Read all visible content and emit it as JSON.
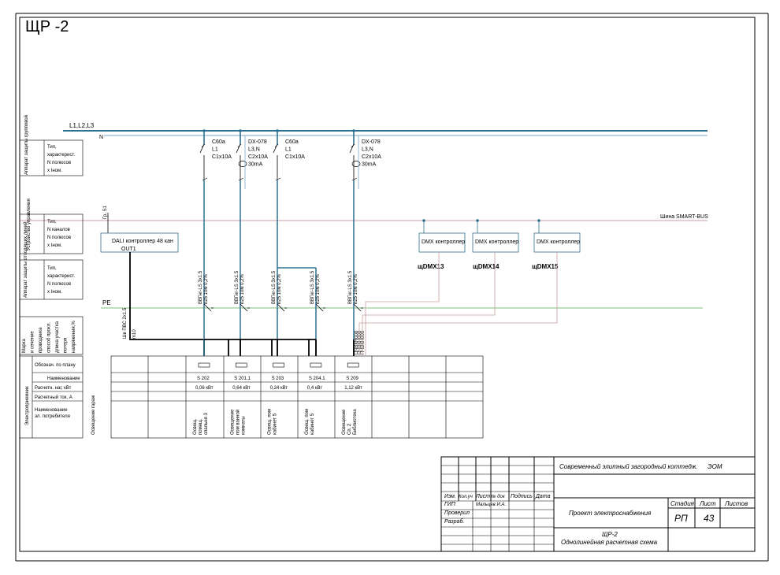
{
  "title": "ЩР -2",
  "bus": {
    "phases": "L1,L2,L3",
    "neutral": "N",
    "pe": "PE",
    "smart_bus": "Шина SMART-BUS",
    "dali_bus": "Гр. S1"
  },
  "row_labels": {
    "group_protection": "Аппарат защиты групповой",
    "group_protection_desc": [
      "Тип,",
      "характерист.",
      "N полюсов",
      "х Iном."
    ],
    "control": "Устройство управления",
    "control_desc": [
      "Тип,",
      "N каналов",
      "N полюсов",
      "х Iном."
    ],
    "outgoing_protection": "Аппарат защиты отходящих линий",
    "outgoing_protection_desc": [
      "Тип,",
      "характерист.",
      "N полюсов",
      "х Iном."
    ],
    "wire": [
      "Марка",
      "и сечение",
      "проводника",
      "способ прокл.",
      "длина участка",
      "потеря",
      "напряжения,%"
    ],
    "consumers": "Электроприемник",
    "consumer_rows": [
      "Обознач. по плану",
      "Наименование",
      "Расчетн. наг, кВт",
      "Расчетный ток, А",
      "Наименование",
      "эл. потребителя"
    ]
  },
  "breakers": [
    {
      "lines": [
        "C60a",
        "L1",
        "C1x10A"
      ]
    },
    {
      "lines": [
        "DX-078",
        "L3,N",
        "C2x10A",
        "30mA"
      ]
    },
    {
      "lines": [
        "C60a",
        "L1",
        "C1x10A"
      ]
    },
    {
      "lines": [
        "DX-078",
        "L3,N",
        "C2x10A",
        "30mA"
      ]
    }
  ],
  "dali": {
    "label": "DALI  контроллер 48 кан",
    "out": "OUT1",
    "cable": "Шв ПВС 2х1.5",
    "cable2": "m10"
  },
  "dmx": [
    {
      "label": "DMX контроллер",
      "panel": "щDMX13"
    },
    {
      "label": "DMX контроллер",
      "panel": "щDMX14"
    },
    {
      "label": "DMX контроллер",
      "panel": "щDMX15"
    }
  ],
  "line_cables": [
    "ВВГнг-LS 3х1.5",
    "n25 10м 0,2%"
  ],
  "dmx_cables": [
    "ПЧВКН000",
    "ПЧВКН000",
    "ПЧВКН000"
  ],
  "consumers": [
    {
      "plan": "S 202",
      "load": "0,06 кВт",
      "name": "Освещ. помещ. спальня 3"
    },
    {
      "plan": "S 201.1",
      "load": "0,64 кВт",
      "name": "Освещение пом ванной комнаты"
    },
    {
      "plan": "S 203",
      "load": "0,24 кВт",
      "name": "Освещ. пом кабинет 5"
    },
    {
      "plan": "S 204.1",
      "load": "0,4 кВт",
      "name": "Освещ. пом кабинет 5"
    },
    {
      "plan": "S 209",
      "load": "1,12 кВт",
      "name": "Освещение Сп. 2 Библиотека"
    }
  ],
  "first_consumer_name": "Освещение гараж",
  "stamp": {
    "project": "Современный элитный загородный коттедж.",
    "code": "ЭОМ",
    "headers": [
      "Изм.",
      "Кол.уч",
      "Лист",
      "№ док",
      "Подпись",
      "Дата"
    ],
    "roles": [
      "ГИП",
      "Проверил",
      "Разраб."
    ],
    "gip_name": "Мальцев И.А.",
    "section": "Проект электроснабжения",
    "stage_h": "Стадия",
    "sheet_h": "Лист",
    "sheets_h": "Листов",
    "stage": "РП",
    "sheet": "43",
    "drawing": "ЩР-2",
    "drawing_desc": "Однолинейная расчетная схема"
  }
}
